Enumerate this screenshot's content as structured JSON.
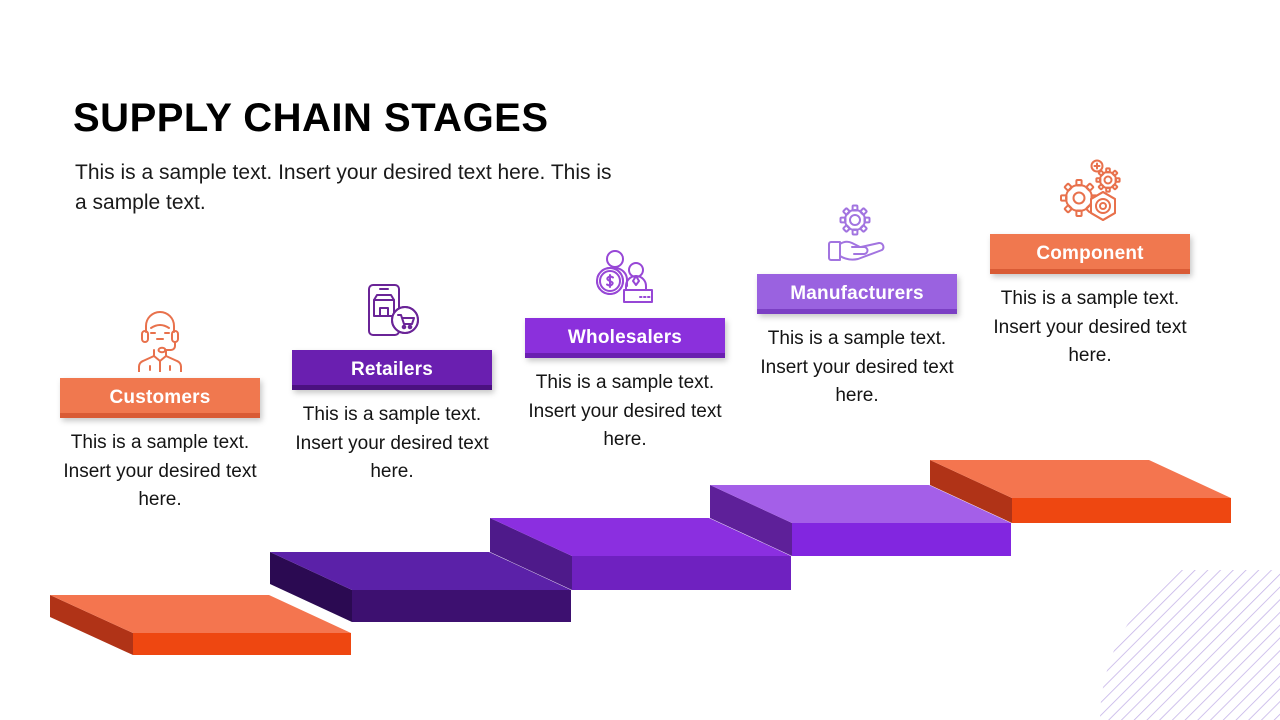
{
  "slide": {
    "title": "SUPPLY CHAIN STAGES",
    "subtitle": "This is a sample text. Insert your desired text here. This is a sample text.",
    "background_color": "#FFFFFF"
  },
  "palette": {
    "orange_top": "#F4754F",
    "orange_front": "#EE4711",
    "orange_side": "#B03317",
    "orange_banner": "#F0784F",
    "orange_banner_edge": "#D95B35",
    "purple_dark_top": "#5B21A8",
    "purple_dark_front": "#3D1070",
    "purple_dark_side": "#2B0A52",
    "purple_mid_top": "#8B2FE0",
    "purple_mid_front": "#6F21C0",
    "purple_mid_side": "#4E1A8A",
    "purple_light_top": "#A45FE8",
    "purple_light_front": "#8226E0",
    "purple_light_side": "#5E2099",
    "deco_line": "#C5B3E8",
    "text_dark": "#141414"
  },
  "stages": [
    {
      "id": "customers",
      "label": "Customers",
      "description": "This is a sample text. Insert your desired text here.",
      "icon": "headset-support-agent-icon",
      "icon_color": "#E8714C",
      "banner_color": "#F0784F",
      "banner_edge_color": "#D95B35",
      "step_top_color": "#F4754F",
      "step_front_color": "#EE4711",
      "step_side_color": "#B03317"
    },
    {
      "id": "retailers",
      "label": "Retailers",
      "description": "This is a sample text. Insert your desired text here.",
      "icon": "mobile-storefront-cart-icon",
      "icon_color": "#6A2497",
      "banner_color": "#6A1FB0",
      "banner_edge_color": "#4B1180",
      "step_top_color": "#5B21A8",
      "step_front_color": "#3D1070",
      "step_side_color": "#2B0A52"
    },
    {
      "id": "wholesalers",
      "label": "Wholesalers",
      "description": "This is a sample text. Insert your desired text here.",
      "icon": "business-people-dollar-gear-icon",
      "icon_color": "#9747D6",
      "banner_color": "#8B30DC",
      "banner_edge_color": "#6A1FB0",
      "step_top_color": "#8B2FE0",
      "step_front_color": "#6F21C0",
      "step_side_color": "#4E1A8A"
    },
    {
      "id": "manufacturers",
      "label": "Manufacturers",
      "description": "This is a sample text. Insert your desired text here.",
      "icon": "hand-holding-gear-icon",
      "icon_color": "#A274E0",
      "banner_color": "#9A62E0",
      "banner_edge_color": "#7B3FC4",
      "step_top_color": "#A45FE8",
      "step_front_color": "#8226E0",
      "step_side_color": "#5E2099"
    },
    {
      "id": "component",
      "label": "Component",
      "description": "This is a sample text. Insert your desired text here.",
      "icon": "gears-plus-icon",
      "icon_color": "#E8714C",
      "banner_color": "#F0784F",
      "banner_edge_color": "#D95B35",
      "step_top_color": "#F4754F",
      "step_front_color": "#EE4711",
      "step_side_color": "#B03317"
    }
  ],
  "decoration": {
    "corner_pattern": "diagonal-hatch-quarter-circle",
    "line_color": "#C5B3E8"
  }
}
